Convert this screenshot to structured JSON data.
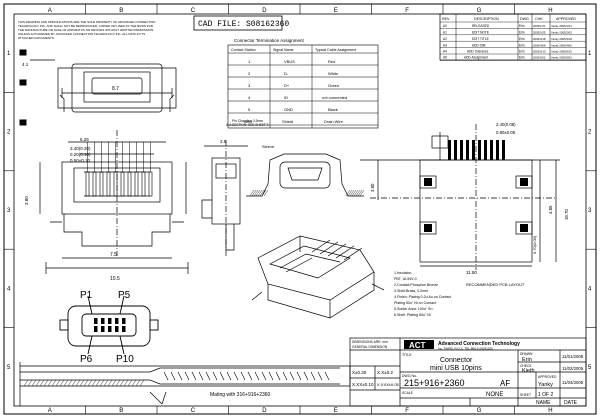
{
  "proprietary_notice": [
    "THIS DRAWING AND SPECIFICATIONS ARE THE SOLE PROPERTY OF ADVANCED CONNECTION",
    "TECHNOLOGY INC. AND SHALL NOT BE REPRODUCED, COPIED OR USED AS THE BASIS FOR",
    "THE MANUFACTURE OR SALE OF APPARATUS OR DEVICES WITHOUT WRITTEN PERMISSION.",
    "UNLESS AUTHORIZED BY ADVANCED CONNECTION TECHNOLOGY INC. ALL DATA IN ITS",
    "ATTACHED DOCUMENTS."
  ],
  "cad_file": "CAD FILE: S08162360",
  "zone_columns": [
    "A",
    "B",
    "C",
    "D",
    "E",
    "F",
    "G",
    "H"
  ],
  "zone_rows": [
    "1",
    "2",
    "3",
    "4",
    "5"
  ],
  "termination_table": {
    "title": "Connector Termination Assignment",
    "headers": [
      "Contact Station",
      "Signal Name",
      "Typical Cable Assignment"
    ],
    "rows": [
      [
        "1",
        "VBUS",
        "Red"
      ],
      [
        "2",
        "D-",
        "White"
      ],
      [
        "3",
        "D+",
        "Green"
      ],
      [
        "4",
        "ID",
        "not connected"
      ],
      [
        "5",
        "GND",
        "Black"
      ],
      [
        "shell",
        "Shield",
        "Drain Wire"
      ]
    ]
  },
  "revision_table": {
    "headers": [
      "REV.",
      "DESCRIPTION",
      "DWG",
      "CHK",
      "APPROVED"
    ],
    "rows": [
      [
        "A0",
        "RELEASED",
        "Erin",
        "2005/1/21",
        "Yanky 2005/1/21"
      ],
      [
        "A1",
        "EDIT NOTE",
        "Erin",
        "2005/2/05",
        "Yanky 2005/2/05"
      ],
      [
        "A2",
        "EDIT TITLE",
        "Erin",
        "2005/3/18",
        "Yanky 2005/3/18"
      ],
      [
        "A3",
        "ADD DIM",
        "Erin",
        "2005/4/06",
        "Yanky 2005/4/06"
      ],
      [
        "A4",
        "ADD Tolerance",
        "Erin",
        "2005/5/10",
        "Yanky 2005/5/10"
      ],
      [
        "A5",
        "ADD Assignment",
        "Erin",
        "2005/6/02",
        "Yanky 2005/6/02"
      ]
    ]
  },
  "dims": {
    "top_width": "8.7",
    "top_side": "4.1",
    "front_a": "6.25",
    "front_b": "3.40(0.30)",
    "front_c": "0.20(0.10)",
    "front_d": "0.50±0.10",
    "front_height": "3.80",
    "front_width": "7.5",
    "front_width_b": "10.5",
    "side_a": "2.5",
    "pcb_a": "2.40(0.08)",
    "pcb_b": "0.80±0.05",
    "pcb_c": "11.50",
    "pcb_d": "0.70(0.00)",
    "pcb_e": "3.80",
    "pcb_f": "4.85",
    "pcb_g": "18.70",
    "recommended": "RECOMMENDED PCB LAYOUT",
    "section_note": "A-A SECTION: SEE SHEET 2",
    "drawing_note": "Pin Chamfer: 0.3mm"
  },
  "side_label": "Sleeve",
  "pins": [
    "P1",
    "P5",
    "P6",
    "P10"
  ],
  "notes": [
    "1.Insulator:",
    "  PBT, UL94V-0",
    "2.Contact:Phosphor Bronze",
    "3.Shell:Brass, 0.2mm",
    "4.Finish: Plating 0.2u Au on Contact",
    "  Plating 50u\" Ni on Contact",
    "5.Solder Area: 100u\" Sn",
    "6.Shell: Plating 50u\" Ni"
  ],
  "mating_note": "Mating with 316+916+2360",
  "title_block": {
    "company": "Advanced Connection Technology",
    "company_sub": "Inc. TAIPEI, R.O.C. TEL 886-2-26031236",
    "logo": "ACT",
    "drawing_units": "DIMENSIONS ARE: mm",
    "general_tolerance": "GENERAL DIMENSION",
    "tol_a": "X±0.30",
    "tol_b": "X.X±0.2",
    "tol_c": "X.XX±0.10",
    "tol_d": "X.XXX±0.05",
    "title_label": "TITLE",
    "title_line1": "Connector",
    "title_line2": "mini USB 10pins",
    "dwg_no_label": "DWG No.",
    "dwg_no": "215+916+2360",
    "rev": "AF",
    "drawn_label": "DRAWN",
    "drawn": "Erin",
    "drawn_date": "11/01/2005",
    "check_label": "CHECK",
    "check": "Kieth",
    "check_date": "11/02/2005",
    "approved_label": "APPROVED",
    "approved": "Yanky",
    "approved_date": "11/04/2005",
    "scale_label": "SCALE",
    "scale": "NONE",
    "sheet_label": "SHEET",
    "sheet": "1 OF 2",
    "name_label": "NAME",
    "date_label": "DATE"
  }
}
